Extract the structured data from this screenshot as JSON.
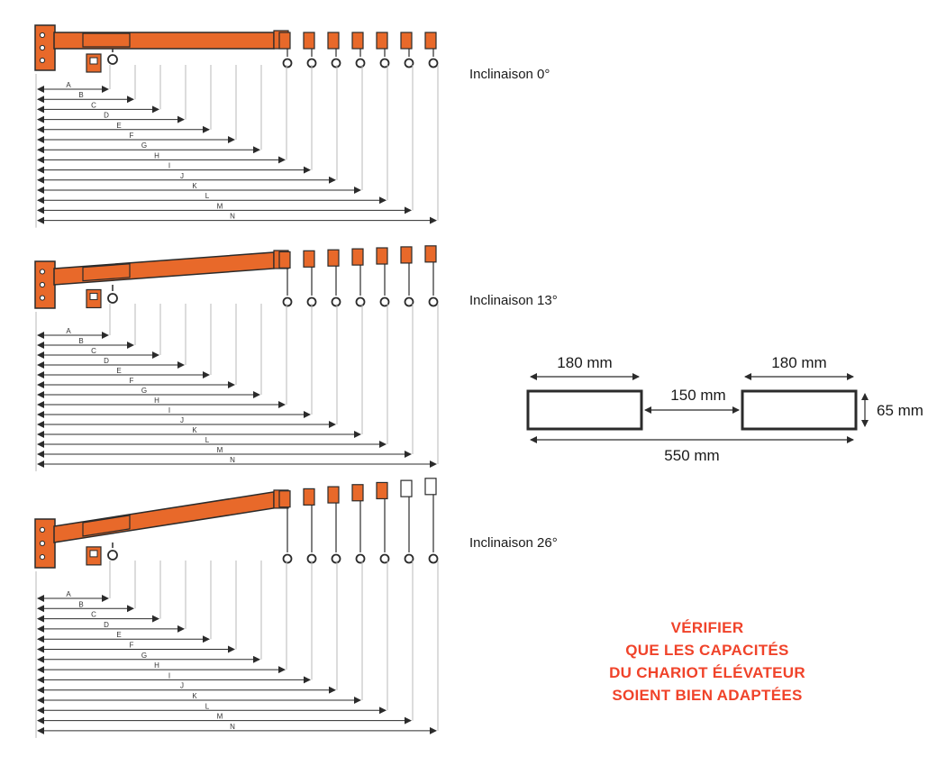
{
  "colors": {
    "boom": "#e8692a",
    "outline": "#2b2b2b",
    "line": "#b8b8b8",
    "warning": "#f0432a"
  },
  "diagrams": [
    {
      "label": "Inclinaison 0°",
      "angle_deg": 0
    },
    {
      "label": "Inclinaison 13°",
      "angle_deg": 13
    },
    {
      "label": "Inclinaison 26°",
      "angle_deg": 26
    }
  ],
  "dimension_letters": [
    "A",
    "B",
    "C",
    "D",
    "E",
    "F",
    "G",
    "H",
    "I",
    "J",
    "K",
    "L",
    "M",
    "N"
  ],
  "fork_pockets": {
    "pocket_width": "180 mm",
    "gap": "150 mm",
    "height": "65 mm",
    "total_width": "550 mm"
  },
  "warning_lines": [
    "VÉRIFIER",
    "QUE LES CAPACITÉS",
    "DU CHARIOT ÉLÉVATEUR",
    "SOIENT BIEN ADAPTÉES"
  ]
}
